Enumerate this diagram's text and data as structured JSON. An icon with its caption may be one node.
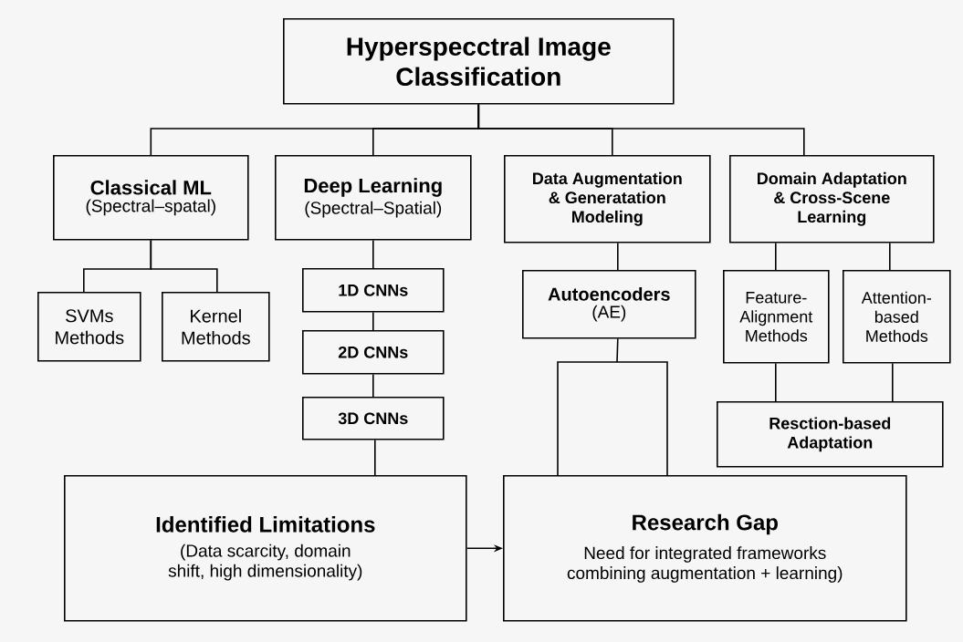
{
  "diagram": {
    "nodes": [
      {
        "text": [
          "Hyperspecctral Image Classification"
        ]
      },
      {
        "text": [
          "Classical ML",
          "(Spectral–spatal)"
        ]
      },
      {
        "text": [
          "Deep Learning",
          "(Spectral–Spatial)"
        ]
      },
      {
        "text": [
          "Data Augmentation & Generatation Modeling"
        ]
      },
      {
        "text": [
          "Domain Adaptation & Cross-Scene Learning"
        ]
      },
      {
        "text": [
          "SVMs Methods"
        ]
      },
      {
        "text": [
          "Kernel Methods"
        ]
      },
      {
        "text": [
          "1D CNNs"
        ]
      },
      {
        "text": [
          "2D CNNs"
        ]
      },
      {
        "text": [
          "3D CNNs"
        ]
      },
      {
        "text": [
          "Autoencoders",
          "(AE)"
        ]
      },
      {
        "text": [
          "Feature-Alignment Methods"
        ]
      },
      {
        "text": [
          "Attention-based Methods"
        ]
      },
      {
        "text": [
          "Resction-based Adaptation"
        ]
      },
      {
        "text": [
          "Identified Limitations",
          "(Data scarcity, domain shift, high dimensionality)"
        ]
      },
      {
        "text": [
          "Research Gap",
          "Need for integrated frameworks combining augmentation + learning)"
        ]
      }
    ],
    "edges": [
      {
        "from": 0,
        "to": 1,
        "arrow": "none"
      },
      {
        "from": 0,
        "to": 2,
        "arrow": "none"
      },
      {
        "from": 0,
        "to": 3,
        "arrow": "none"
      },
      {
        "from": 0,
        "to": 4,
        "arrow": "none"
      },
      {
        "from": 1,
        "to": 5,
        "arrow": "none"
      },
      {
        "from": 1,
        "to": 6,
        "arrow": "none"
      },
      {
        "from": 2,
        "to": 7,
        "arrow": "none"
      },
      {
        "from": 7,
        "to": 8,
        "arrow": "none"
      },
      {
        "from": 8,
        "to": 9,
        "arrow": "none"
      },
      {
        "from": 9,
        "to": 14,
        "arrow": "none"
      },
      {
        "from": 3,
        "to": 10,
        "arrow": "none"
      },
      {
        "from": 4,
        "to": 11,
        "arrow": "none"
      },
      {
        "from": 4,
        "to": 12,
        "arrow": "none"
      },
      {
        "from": 10,
        "to": 15,
        "arrow": "none"
      },
      {
        "from": 11,
        "to": 13,
        "arrow": "none"
      },
      {
        "from": 12,
        "to": 13,
        "arrow": "none"
      },
      {
        "from": 14,
        "to": 15,
        "arrow": "to"
      }
    ]
  }
}
